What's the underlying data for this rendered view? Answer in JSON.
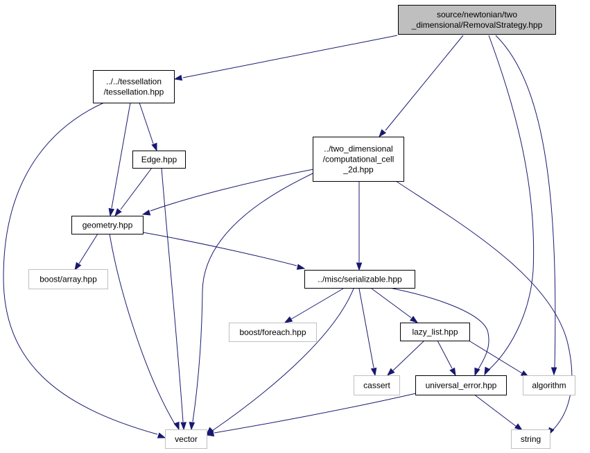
{
  "diagram": {
    "nodes": {
      "root": {
        "lines": [
          "source/newtonian/two",
          "_dimensional/RemovalStrategy.hpp"
        ],
        "kind": "root"
      },
      "tessellation": {
        "lines": [
          "../../tessellation",
          "/tessellation.hpp"
        ],
        "kind": "local"
      },
      "cell2d": {
        "lines": [
          "../two_dimensional",
          "/computational_cell",
          "_2d.hpp"
        ],
        "kind": "local"
      },
      "edge": {
        "lines": [
          "Edge.hpp"
        ],
        "kind": "local"
      },
      "geometry": {
        "lines": [
          "geometry.hpp"
        ],
        "kind": "local"
      },
      "boost_array": {
        "lines": [
          "boost/array.hpp"
        ],
        "kind": "system"
      },
      "serializable": {
        "lines": [
          "../misc/serializable.hpp"
        ],
        "kind": "local"
      },
      "boost_foreach": {
        "lines": [
          "boost/foreach.hpp"
        ],
        "kind": "system"
      },
      "lazy_list": {
        "lines": [
          "lazy_list.hpp"
        ],
        "kind": "local"
      },
      "cassert": {
        "lines": [
          "cassert"
        ],
        "kind": "system"
      },
      "universal_error": {
        "lines": [
          "universal_error.hpp"
        ],
        "kind": "local"
      },
      "algorithm": {
        "lines": [
          "algorithm"
        ],
        "kind": "system"
      },
      "vector": {
        "lines": [
          "vector"
        ],
        "kind": "system"
      },
      "string": {
        "lines": [
          "string"
        ],
        "kind": "system"
      }
    },
    "edges": [
      [
        "root",
        "tessellation"
      ],
      [
        "root",
        "cell2d"
      ],
      [
        "root",
        "universal_error"
      ],
      [
        "root",
        "algorithm"
      ],
      [
        "tessellation",
        "vector"
      ],
      [
        "tessellation",
        "geometry"
      ],
      [
        "tessellation",
        "edge"
      ],
      [
        "edge",
        "geometry"
      ],
      [
        "edge",
        "vector"
      ],
      [
        "cell2d",
        "geometry"
      ],
      [
        "cell2d",
        "vector"
      ],
      [
        "cell2d",
        "serializable"
      ],
      [
        "cell2d",
        "string"
      ],
      [
        "geometry",
        "boost_array"
      ],
      [
        "geometry",
        "vector"
      ],
      [
        "geometry",
        "serializable"
      ],
      [
        "serializable",
        "boost_foreach"
      ],
      [
        "serializable",
        "vector"
      ],
      [
        "serializable",
        "cassert"
      ],
      [
        "serializable",
        "lazy_list"
      ],
      [
        "serializable",
        "universal_error"
      ],
      [
        "lazy_list",
        "cassert"
      ],
      [
        "lazy_list",
        "universal_error"
      ],
      [
        "lazy_list",
        "algorithm"
      ],
      [
        "universal_error",
        "vector"
      ],
      [
        "universal_error",
        "string"
      ]
    ]
  }
}
